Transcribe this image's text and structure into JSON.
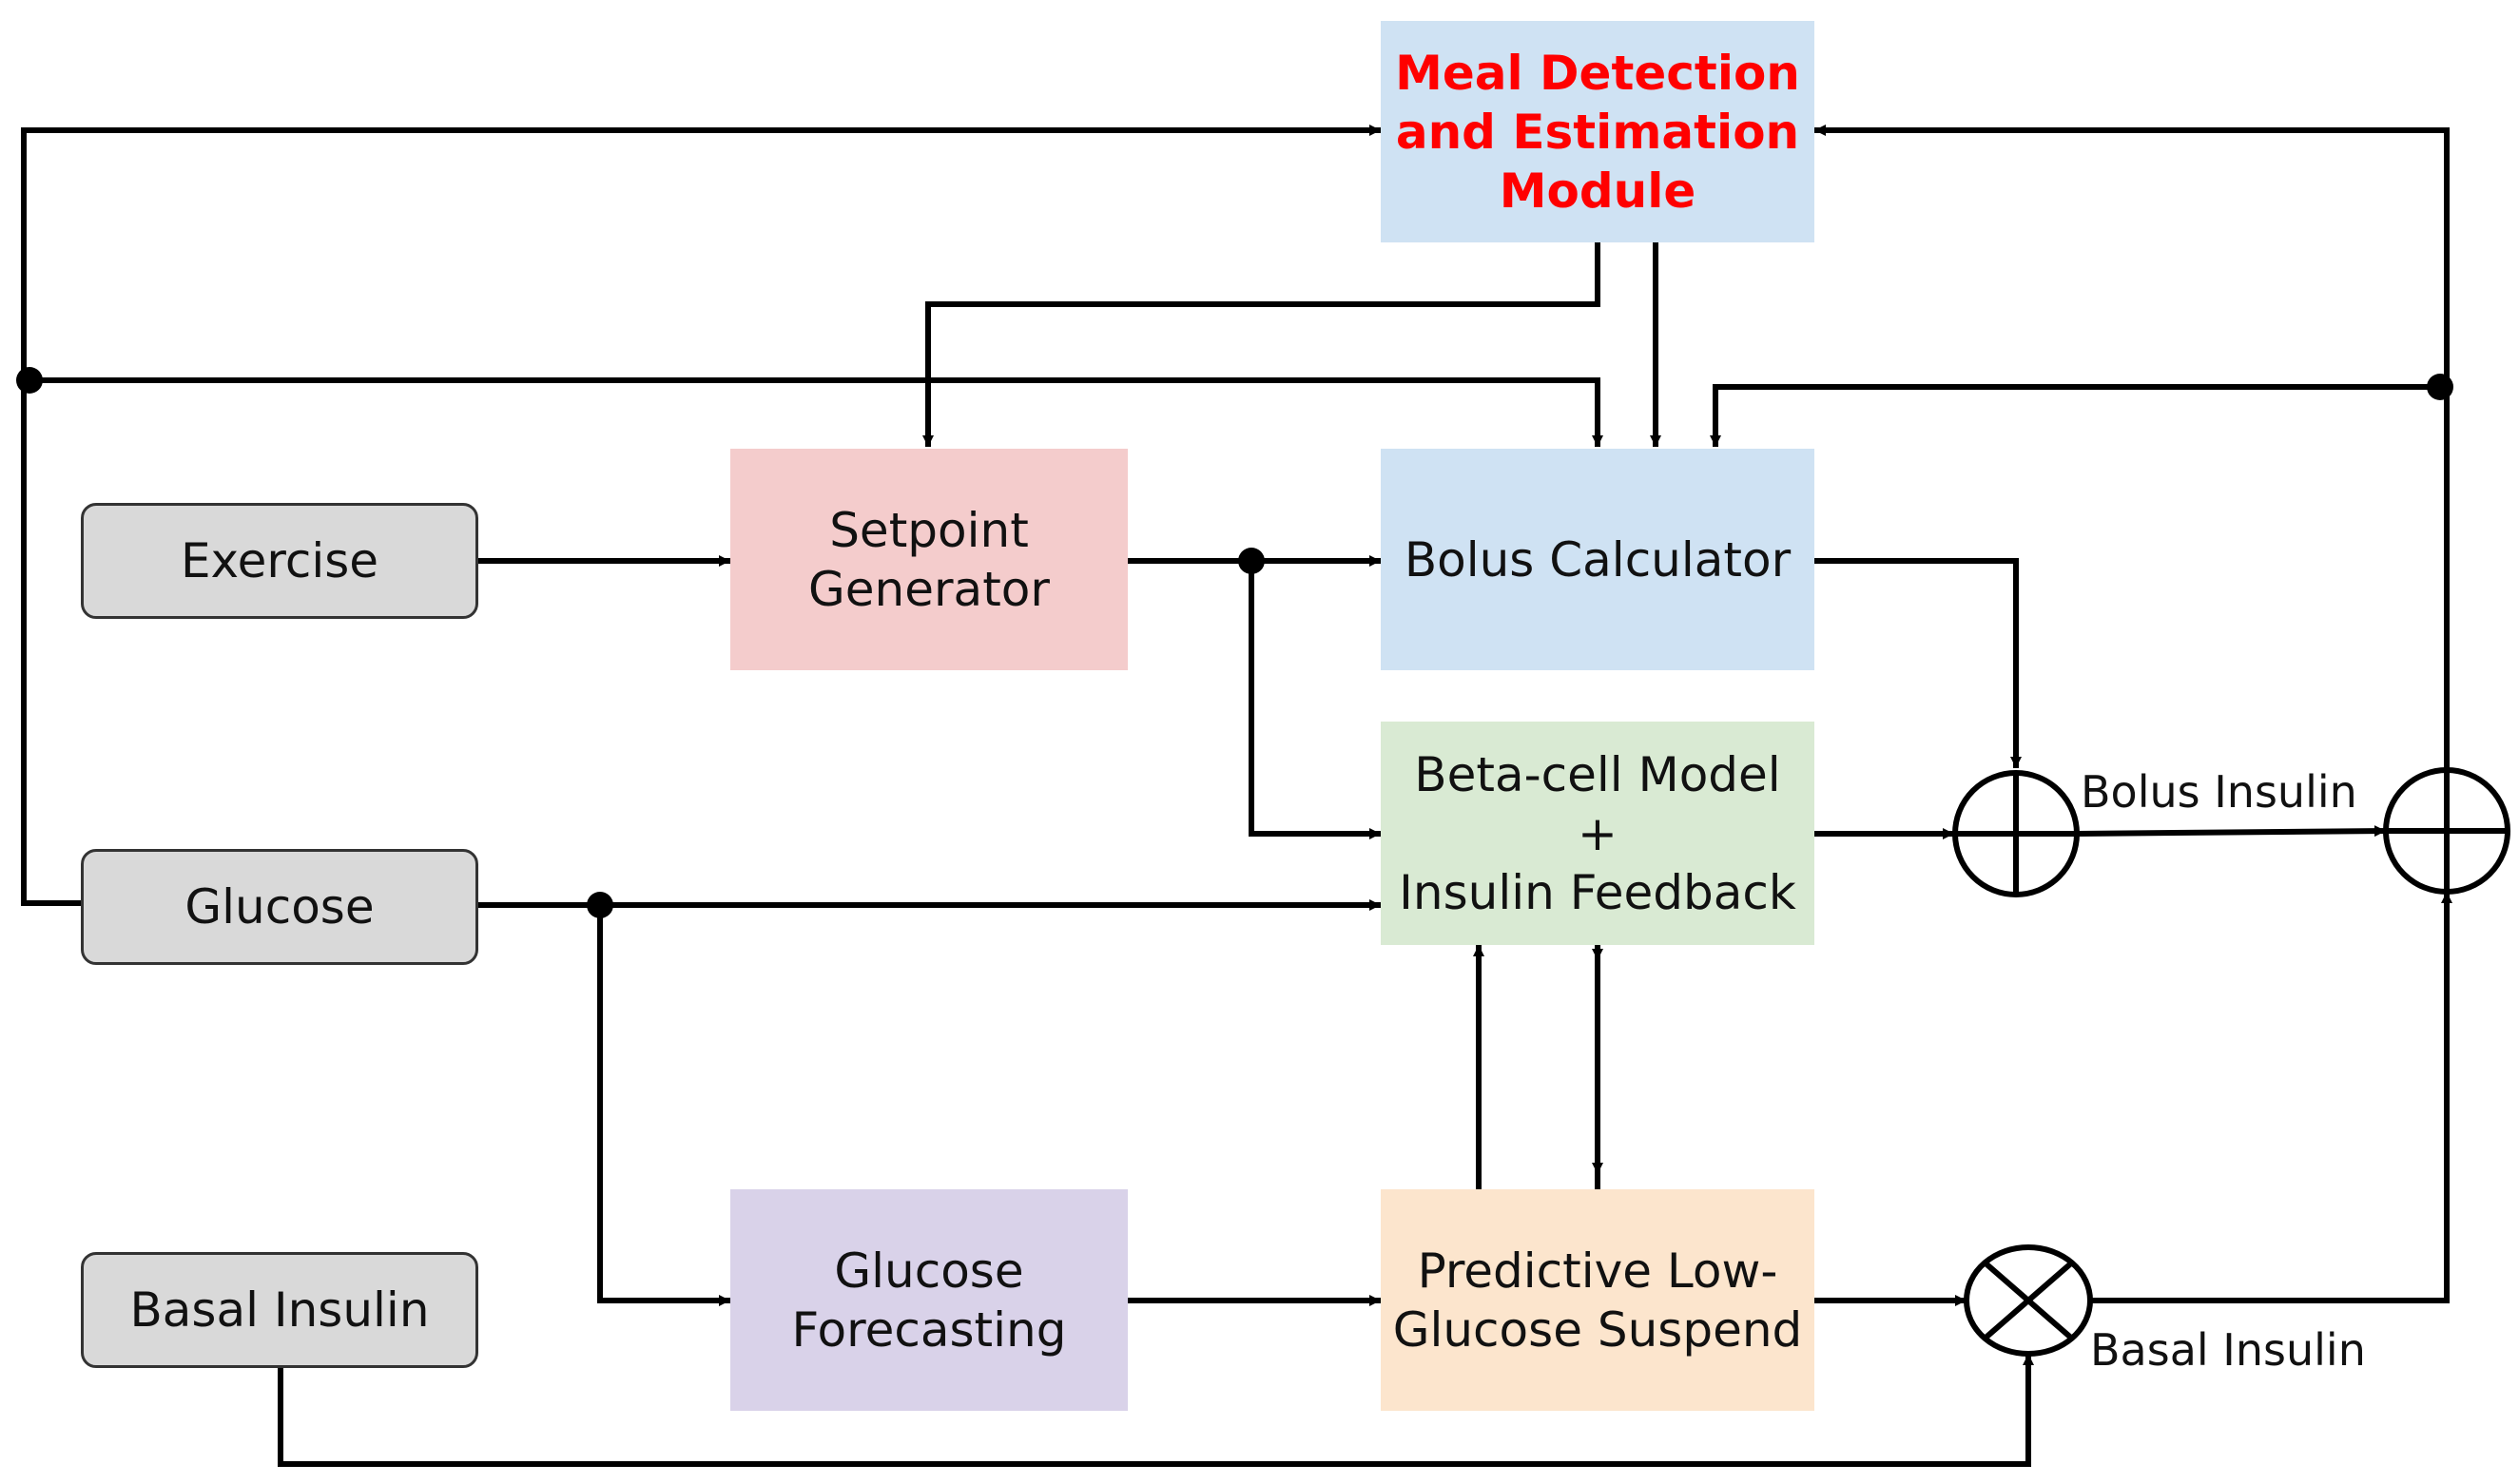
{
  "blocks": {
    "meal": {
      "lines": [
        "Meal Detection",
        "and Estimation",
        "Module"
      ]
    },
    "setpoint": {
      "lines": [
        "Setpoint",
        "Generator"
      ]
    },
    "bolus_calc": {
      "lines": [
        "Bolus Calculator"
      ]
    },
    "beta_cell": {
      "lines": [
        "Beta-cell Model",
        "+",
        "Insulin Feedback"
      ]
    },
    "forecast": {
      "lines": [
        "Glucose",
        "Forecasting"
      ]
    },
    "plgs": {
      "lines": [
        "Predictive Low-",
        "Glucose Suspend"
      ]
    }
  },
  "inputs": {
    "exercise": "Exercise",
    "glucose": "Glucose",
    "basal": "Basal Insulin"
  },
  "labels": {
    "bolus_insulin": "Bolus Insulin",
    "basal_insulin": "Basal Insulin"
  },
  "colors": {
    "meal": "#cfe2f3",
    "setpoint": "#f4cccc",
    "bolus_calc": "#cfe2f3",
    "beta_cell": "#d9ead3",
    "forecast": "#d9d2e9",
    "plgs": "#fce5cd",
    "input": "#d9d9d9",
    "meal_text": "#ff0000",
    "line": "#000000"
  }
}
